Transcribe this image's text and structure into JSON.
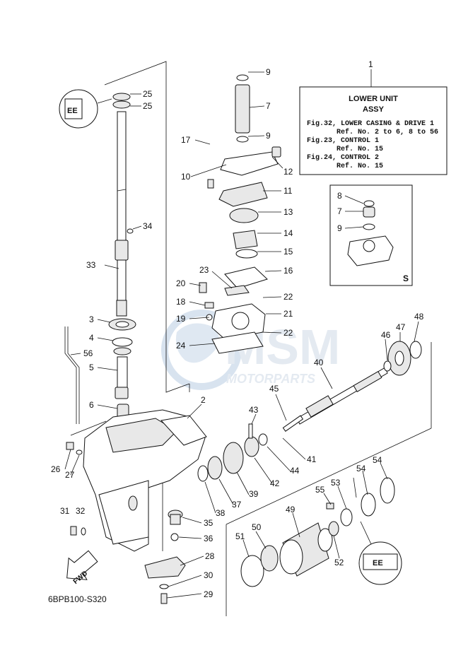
{
  "drawing_code": "6BPB100-S320",
  "info_box": {
    "ref_number": "1",
    "title_line1": "LOWER UNIT",
    "title_line2": "ASSY",
    "lines": [
      "Fig.32, LOWER CASING & DRIVE 1",
      "Ref. No. 2 to 6, 8 to 56",
      "Fig.23, CONTROL 1",
      "Ref. No. 15",
      "Fig.24, CONTROL 2",
      "Ref. No. 15"
    ]
  },
  "inset": {
    "label": "S",
    "callouts": [
      "8",
      "7",
      "9"
    ]
  },
  "fwd_label": "FWD",
  "gauge_marks": [
    "EE",
    "EE"
  ],
  "watermark": {
    "brand": "MSM",
    "sub": "MOTORPARTS"
  },
  "callouts": [
    "9",
    "7",
    "9",
    "17",
    "12",
    "10",
    "11",
    "13",
    "14",
    "15",
    "16",
    "23",
    "20",
    "22",
    "18",
    "21",
    "19",
    "22",
    "24",
    "25",
    "25",
    "34",
    "33",
    "3",
    "4",
    "56",
    "5",
    "6",
    "2",
    "48",
    "47",
    "46",
    "40",
    "45",
    "43",
    "41",
    "44",
    "42",
    "39",
    "37",
    "38",
    "35",
    "36",
    "26",
    "27",
    "31",
    "32",
    "28",
    "30",
    "29",
    "55",
    "53",
    "54",
    "54",
    "49",
    "50",
    "51",
    "52"
  ]
}
